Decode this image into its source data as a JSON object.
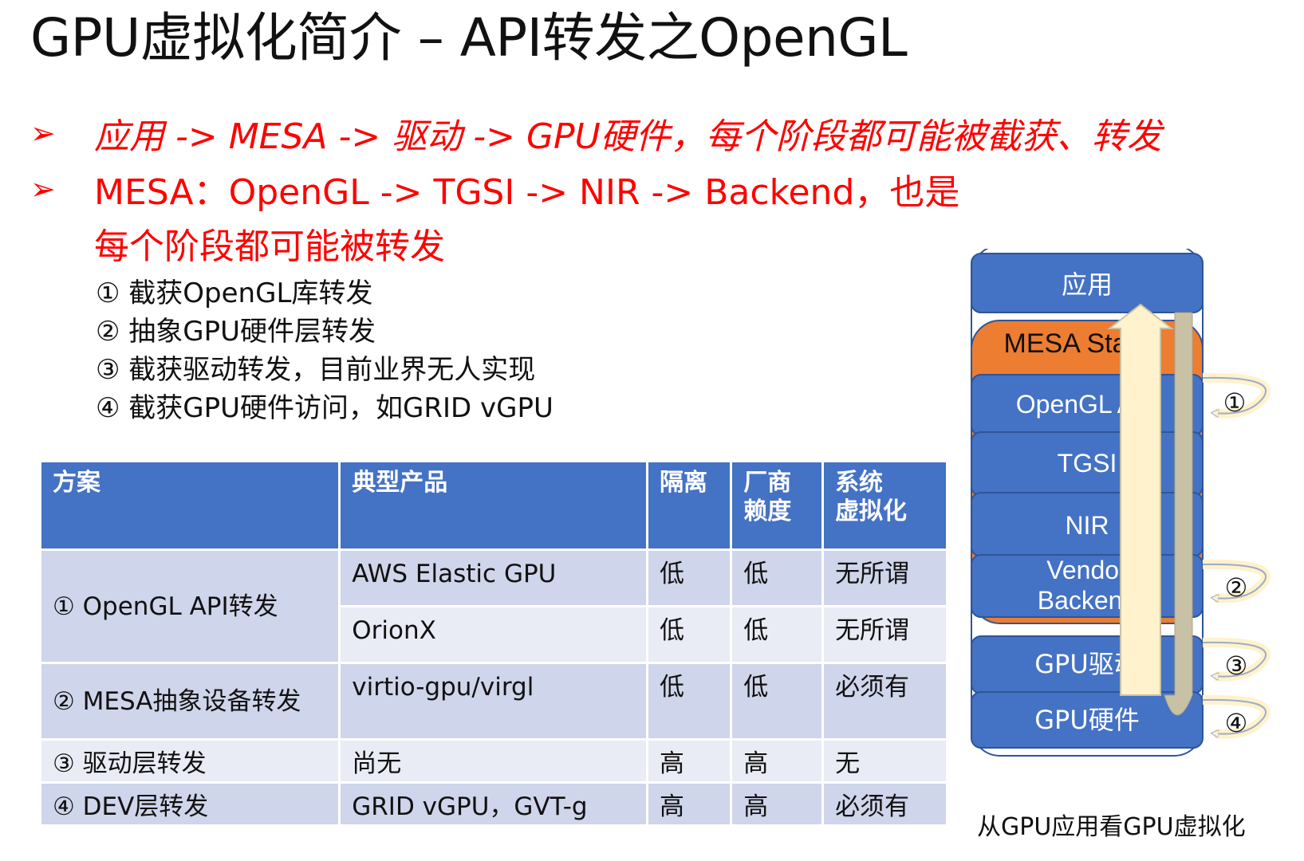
{
  "title": "GPU虚拟化简介 – API转发之OpenGL",
  "bullets": [
    {
      "marker": "➢",
      "text": "应用 -> MESA -> 驱动 -> GPU硬件，每个阶段都可能被截获、转发"
    },
    {
      "marker": "➢",
      "text": "MESA：OpenGL -> TGSI -> NIR -> Backend，也是",
      "continuation": "每个阶段都可能被转发"
    }
  ],
  "sublist": [
    "① 截获OpenGL库转发",
    "② 抽象GPU硬件层转发",
    "③ 截获驱动转发，目前业界无人实现",
    "④ 截获GPU硬件访问，如GRID vGPU"
  ],
  "table": {
    "headers": [
      "方案",
      "典型产品",
      "隔离",
      "厂商\n赖度",
      "系统\n虚拟化"
    ],
    "rows": [
      {
        "scheme": "① OpenGL API转发",
        "product": "AWS Elastic GPU",
        "isolation": "低",
        "vendor": "低",
        "sysvirt": "无所谓"
      },
      {
        "product": "OrionX",
        "isolation": "低",
        "vendor": "低",
        "sysvirt": "无所谓"
      },
      {
        "scheme": "② MESA抽象设备转发",
        "product": "virtio-gpu/virgl",
        "isolation": "低",
        "vendor": "低",
        "sysvirt": "必须有"
      },
      {
        "scheme": "③ 驱动层转发",
        "product": "尚无",
        "isolation": "高",
        "vendor": "高",
        "sysvirt": "无"
      },
      {
        "scheme": "④ DEV层转发",
        "product": "GRID vGPU，GVT-g",
        "isolation": "高",
        "vendor": "高",
        "sysvirt": "必须有"
      }
    ]
  },
  "diagram": {
    "layers": [
      "应用",
      "MESA Stack",
      "OpenGL API",
      "TGSI",
      "NIR",
      "Vendor",
      "Backend",
      "GPU驱动",
      "GPU硬件"
    ],
    "markers": [
      "①",
      "②",
      "③",
      "④"
    ],
    "caption": "从GPU应用看GPU虚拟化",
    "colors": {
      "blue": "#4472c4",
      "orange": "#ed7d31",
      "arrow": "#fff2cc",
      "arrow_shade": "#c9c1a6"
    }
  }
}
